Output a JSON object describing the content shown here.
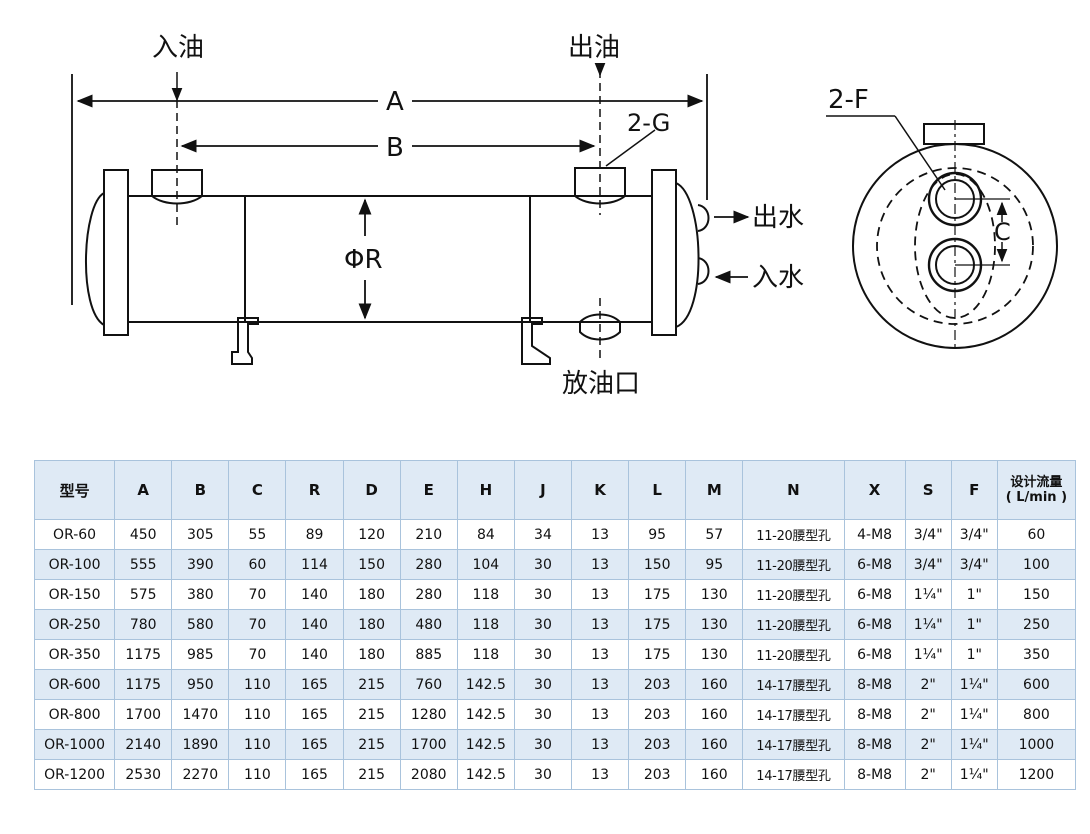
{
  "diagram": {
    "labels": {
      "oil_in": "入油",
      "oil_out": "出油",
      "dim_a": "A",
      "dim_b": "B",
      "dim_r": "ΦR",
      "flange_g": "2-G",
      "water_out": "出水",
      "water_in": "入水",
      "oil_drain": "放油口",
      "bolt_f": "2-F",
      "dim_c": "C"
    }
  },
  "table": {
    "headers": [
      "型号",
      "A",
      "B",
      "C",
      "R",
      "D",
      "E",
      "H",
      "J",
      "K",
      "L",
      "M",
      "N",
      "X",
      "S",
      "F",
      "设计流量\n( L/min )"
    ],
    "rows": [
      [
        "OR-60",
        "450",
        "305",
        "55",
        "89",
        "120",
        "210",
        "84",
        "34",
        "13",
        "95",
        "57",
        "11-20腰型孔",
        "4-M8",
        "3/4\"",
        "3/4\"",
        "60"
      ],
      [
        "OR-100",
        "555",
        "390",
        "60",
        "114",
        "150",
        "280",
        "104",
        "30",
        "13",
        "150",
        "95",
        "11-20腰型孔",
        "6-M8",
        "3/4\"",
        "3/4\"",
        "100"
      ],
      [
        "OR-150",
        "575",
        "380",
        "70",
        "140",
        "180",
        "280",
        "118",
        "30",
        "13",
        "175",
        "130",
        "11-20腰型孔",
        "6-M8",
        "1¼\"",
        "1\"",
        "150"
      ],
      [
        "OR-250",
        "780",
        "580",
        "70",
        "140",
        "180",
        "480",
        "118",
        "30",
        "13",
        "175",
        "130",
        "11-20腰型孔",
        "6-M8",
        "1¼\"",
        "1\"",
        "250"
      ],
      [
        "OR-350",
        "1175",
        "985",
        "70",
        "140",
        "180",
        "885",
        "118",
        "30",
        "13",
        "175",
        "130",
        "11-20腰型孔",
        "6-M8",
        "1¼\"",
        "1\"",
        "350"
      ],
      [
        "OR-600",
        "1175",
        "950",
        "110",
        "165",
        "215",
        "760",
        "142.5",
        "30",
        "13",
        "203",
        "160",
        "14-17腰型孔",
        "8-M8",
        "2\"",
        "1¼\"",
        "600"
      ],
      [
        "OR-800",
        "1700",
        "1470",
        "110",
        "165",
        "215",
        "1280",
        "142.5",
        "30",
        "13",
        "203",
        "160",
        "14-17腰型孔",
        "8-M8",
        "2\"",
        "1¼\"",
        "800"
      ],
      [
        "OR-1000",
        "2140",
        "1890",
        "110",
        "165",
        "215",
        "1700",
        "142.5",
        "30",
        "13",
        "203",
        "160",
        "14-17腰型孔",
        "8-M8",
        "2\"",
        "1¼\"",
        "1000"
      ],
      [
        "OR-1200",
        "2530",
        "2270",
        "110",
        "165",
        "215",
        "2080",
        "142.5",
        "30",
        "13",
        "203",
        "160",
        "14-17腰型孔",
        "8-M8",
        "2\"",
        "1¼\"",
        "1200"
      ]
    ]
  }
}
